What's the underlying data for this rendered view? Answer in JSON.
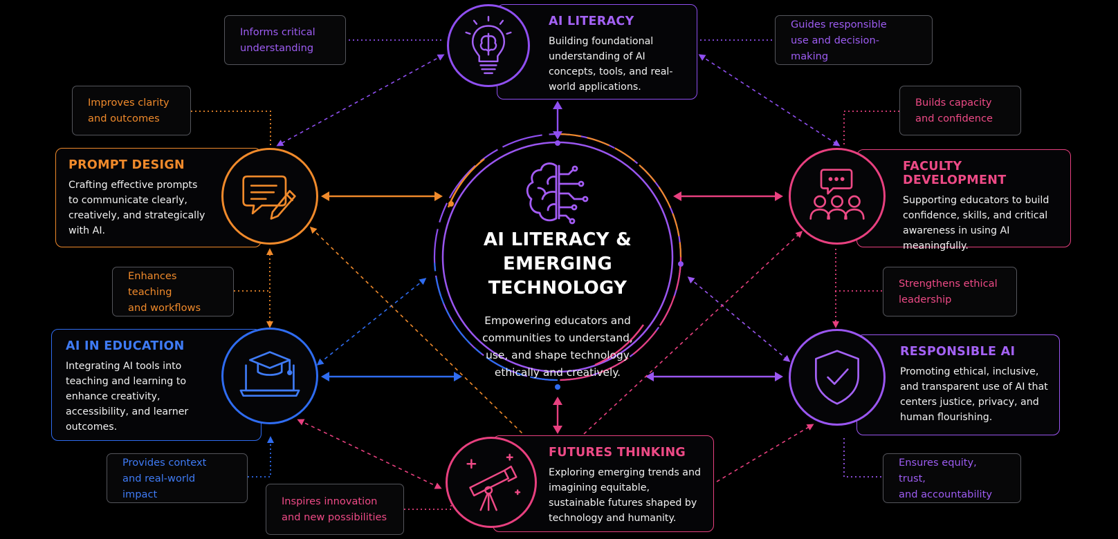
{
  "colors": {
    "purple": "#8f4ff0",
    "orange": "#f08a2b",
    "pink": "#e8407f",
    "blue": "#2f6cf0",
    "violet": "#9a56f0",
    "note_border": "#55565c",
    "background": "#000000"
  },
  "center": {
    "title": "AI LITERACY &\nEMERGING TECHNOLOGY",
    "subtitle": "Empowering educators and\ncommunities to understand,\nuse, and shape technology\nethically and creatively.",
    "icon": "brain-circuit-icon"
  },
  "nodes": {
    "ai_literacy": {
      "title": "AI LITERACY",
      "description": "Building foundational understanding of AI concepts, tools, and real-world applications.",
      "icon": "lightbulb-brain-icon"
    },
    "prompt_design": {
      "title": "PROMPT DESIGN",
      "description": "Crafting effective prompts to communicate clearly, creatively, and strategically with AI.",
      "icon": "chat-pencil-icon"
    },
    "faculty_development": {
      "title": "FACULTY DEVELOPMENT",
      "description": "Supporting educators to build confidence, skills, and critical awareness in using AI meaningfully.",
      "icon": "group-chat-icon"
    },
    "ai_in_education": {
      "title": "AI IN EDUCATION",
      "description": "Integrating AI tools into teaching and learning to enhance creativity, accessibility, and learner outcomes.",
      "icon": "graduation-laptop-icon"
    },
    "responsible_ai": {
      "title": "RESPONSIBLE AI",
      "description": "Promoting ethical, inclusive, and transparent use of AI that centers justice, privacy, and human flourishing.",
      "icon": "shield-check-icon"
    },
    "futures_thinking": {
      "title": "FUTURES THINKING",
      "description": "Exploring emerging trends and imagining equitable, sustainable futures shaped by technology and humanity.",
      "icon": "telescope-icon"
    }
  },
  "notes": {
    "informs": "Informs critical\nunderstanding",
    "guides": "Guides responsible\nuse and decision-making",
    "improves": "Improves clarity\nand outcomes",
    "builds": "Builds capacity\nand confidence",
    "enhances": "Enhances teaching\nand workflows",
    "strengthens": "Strengthens ethical\nleadership",
    "provides": "Provides context\nand real-world impact",
    "ensures": "Ensures equity, trust,\nand accountability",
    "inspires": "Inspires innovation\nand new possibilities"
  }
}
